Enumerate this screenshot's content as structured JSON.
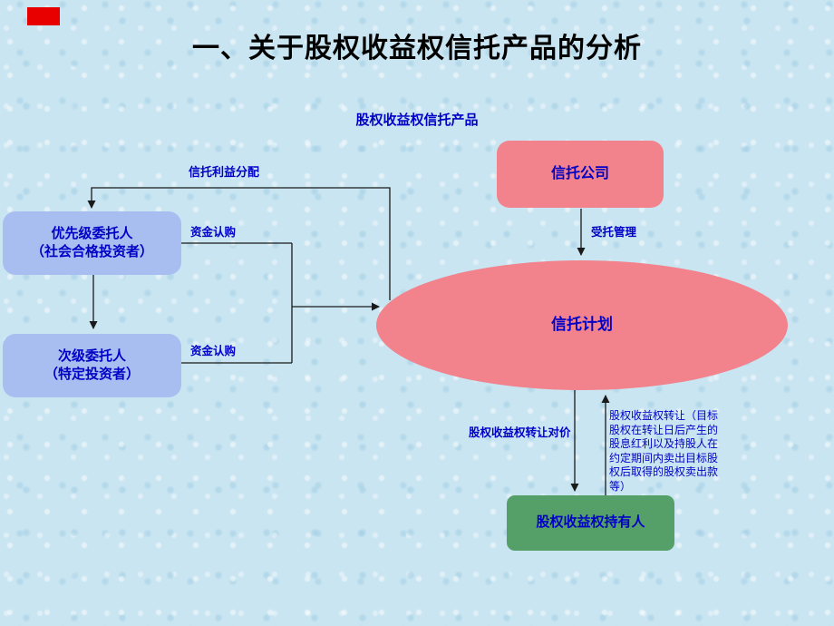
{
  "slide": {
    "title": "一、关于股权收益权信托产品的分析",
    "diagram_caption": "股权收益权信托产品"
  },
  "nodes": {
    "trust_company": {
      "label": "信托公司"
    },
    "trust_plan": {
      "label": "信托计划"
    },
    "senior_trustor": {
      "label": "优先级委托人\n（社会合格投资者）"
    },
    "junior_trustor": {
      "label": "次级委托人\n（特定投资者）"
    },
    "equity_income_holder": {
      "label": "股权收益权持有人"
    }
  },
  "edge_labels": {
    "trust_benefit_distribution": "信托利益分配",
    "capital_subscription_senior": "资金认购",
    "capital_subscription_junior": "资金认购",
    "entrusted_management": "受托管理",
    "equity_income_transfer_consideration": "股权收益权转让对价",
    "equity_income_transfer_note": "股权收益权转让（目标股权在转让日后产生的股息红利以及持股人在约定期间内卖出目标股权后取得的股权卖出款等）"
  },
  "colors": {
    "background": "#c9e5f1",
    "node_pink": "#f2828c",
    "node_blue": "#a9bef0",
    "node_green": "#55a068",
    "text_blue": "#0000c6",
    "accent_red": "#e80000"
  }
}
